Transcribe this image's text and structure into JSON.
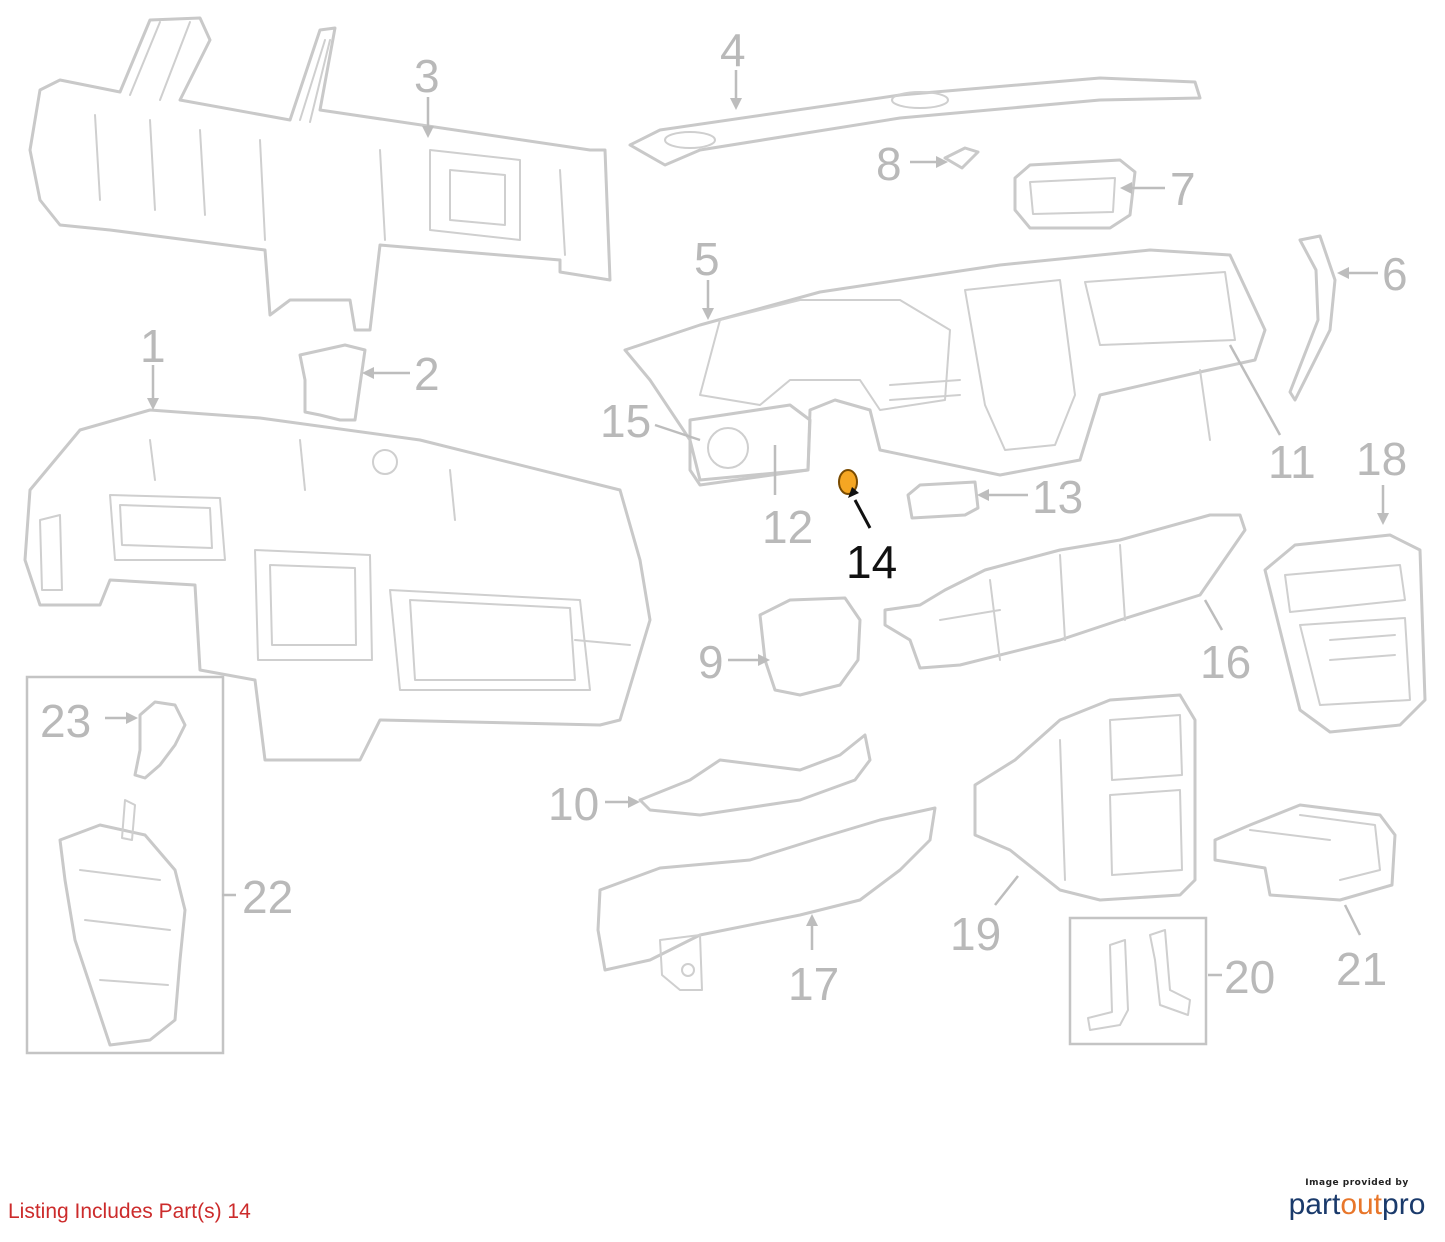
{
  "diagram": {
    "callouts": [
      "1",
      "2",
      "3",
      "4",
      "5",
      "6",
      "7",
      "8",
      "9",
      "10",
      "11",
      "12",
      "13",
      "14",
      "15",
      "16",
      "17",
      "18",
      "19",
      "20",
      "21",
      "22",
      "23"
    ],
    "highlighted_part": "14",
    "highlight_color": "#f5a623",
    "highlight_text_color": "#111111",
    "callout_color": "#b9b9b9"
  },
  "footer": {
    "listing_text": "Listing Includes Part(s) 14",
    "listing_color": "#cc2b2b",
    "credit_small": "Image provided by",
    "credit_logo_part": "part",
    "credit_logo_out": "out",
    "credit_logo_pro": "pro",
    "logo_color": "#1a3a6b",
    "logo_accent_color": "#e8762a"
  }
}
